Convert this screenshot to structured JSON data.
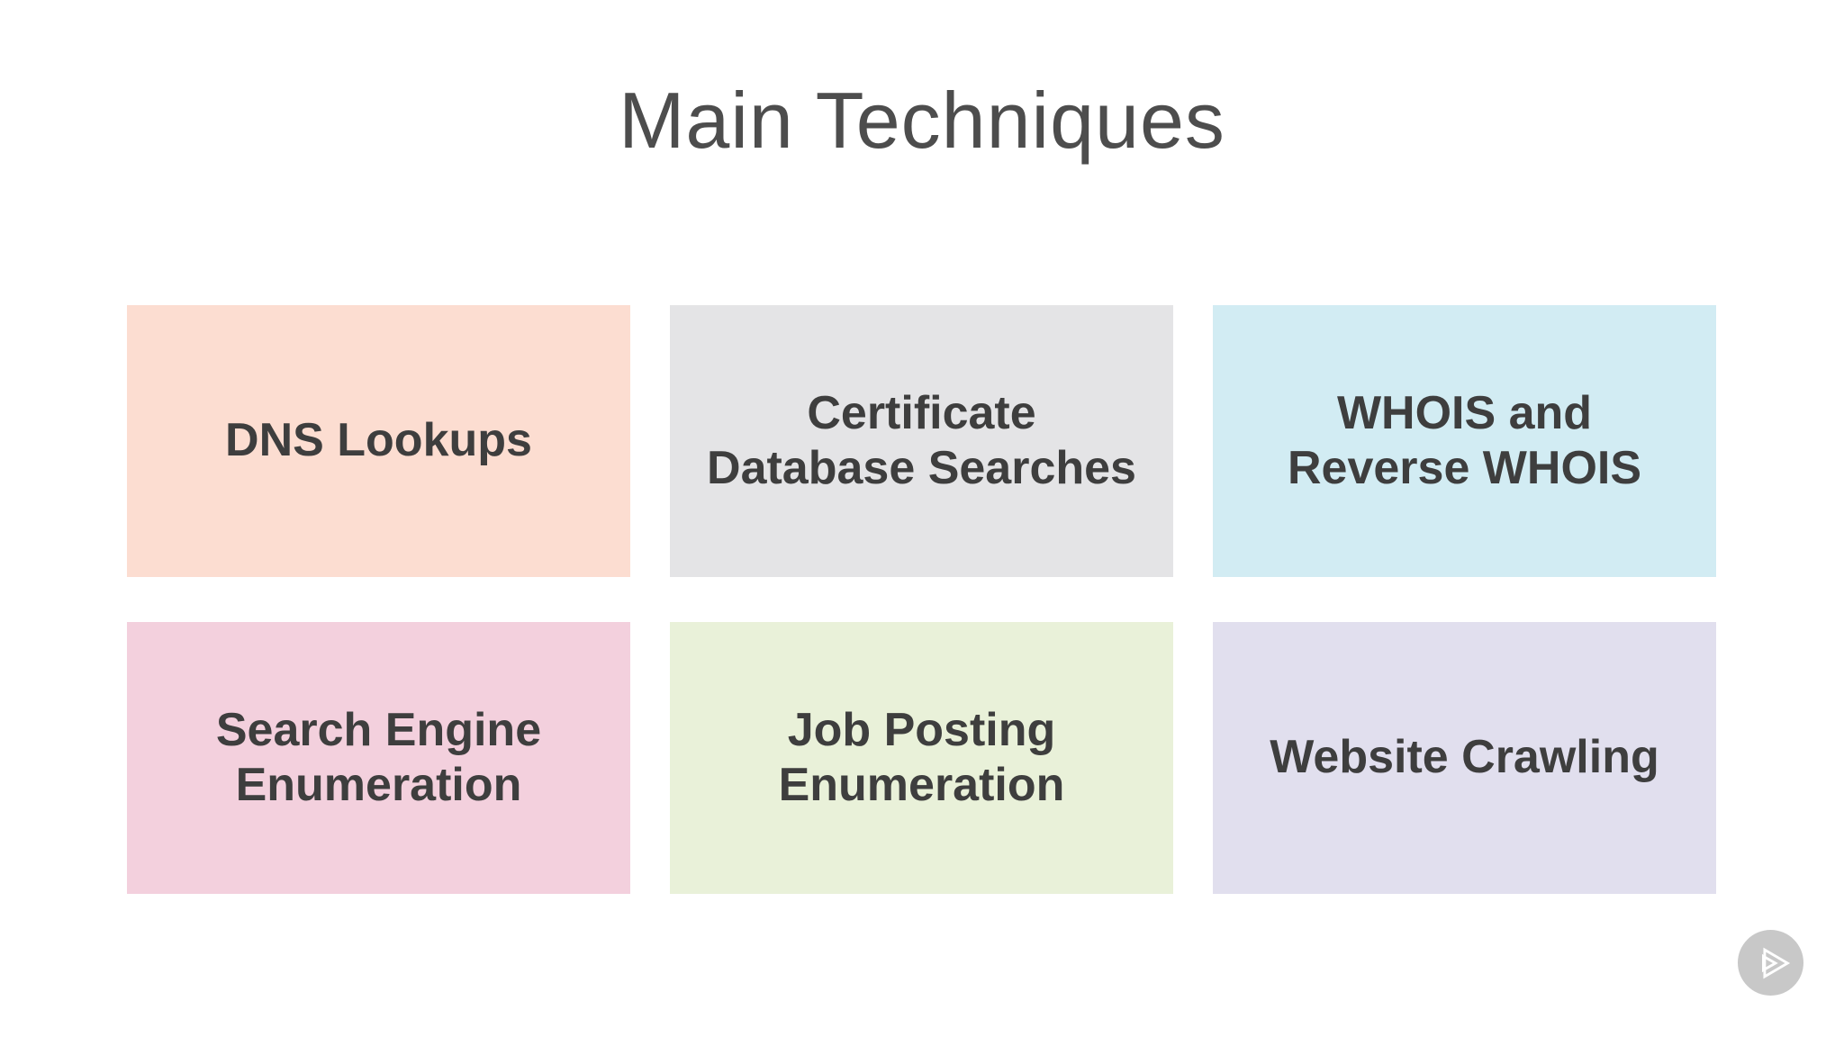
{
  "slide": {
    "title": "Main Techniques",
    "title_color": "#4d4d4d",
    "card_text_color": "#3e3e3e",
    "background_color": "#ffffff"
  },
  "techniques": [
    {
      "label": "DNS Lookups",
      "color": "#fcddd1"
    },
    {
      "label": "Certificate\nDatabase Searches",
      "color": "#e4e4e6"
    },
    {
      "label": "WHOIS and\nReverse WHOIS",
      "color": "#d2ecf3"
    },
    {
      "label": "Search Engine\nEnumeration",
      "color": "#f3d0dd"
    },
    {
      "label": "Job Posting\nEnumeration",
      "color": "#e9f1d9"
    },
    {
      "label": "Website Crawling",
      "color": "#e1dfee"
    }
  ],
  "branding": {
    "logo": "pluralsight-play-logo",
    "circle_color": "#c8c8c8",
    "icon_color": "#ffffff"
  }
}
